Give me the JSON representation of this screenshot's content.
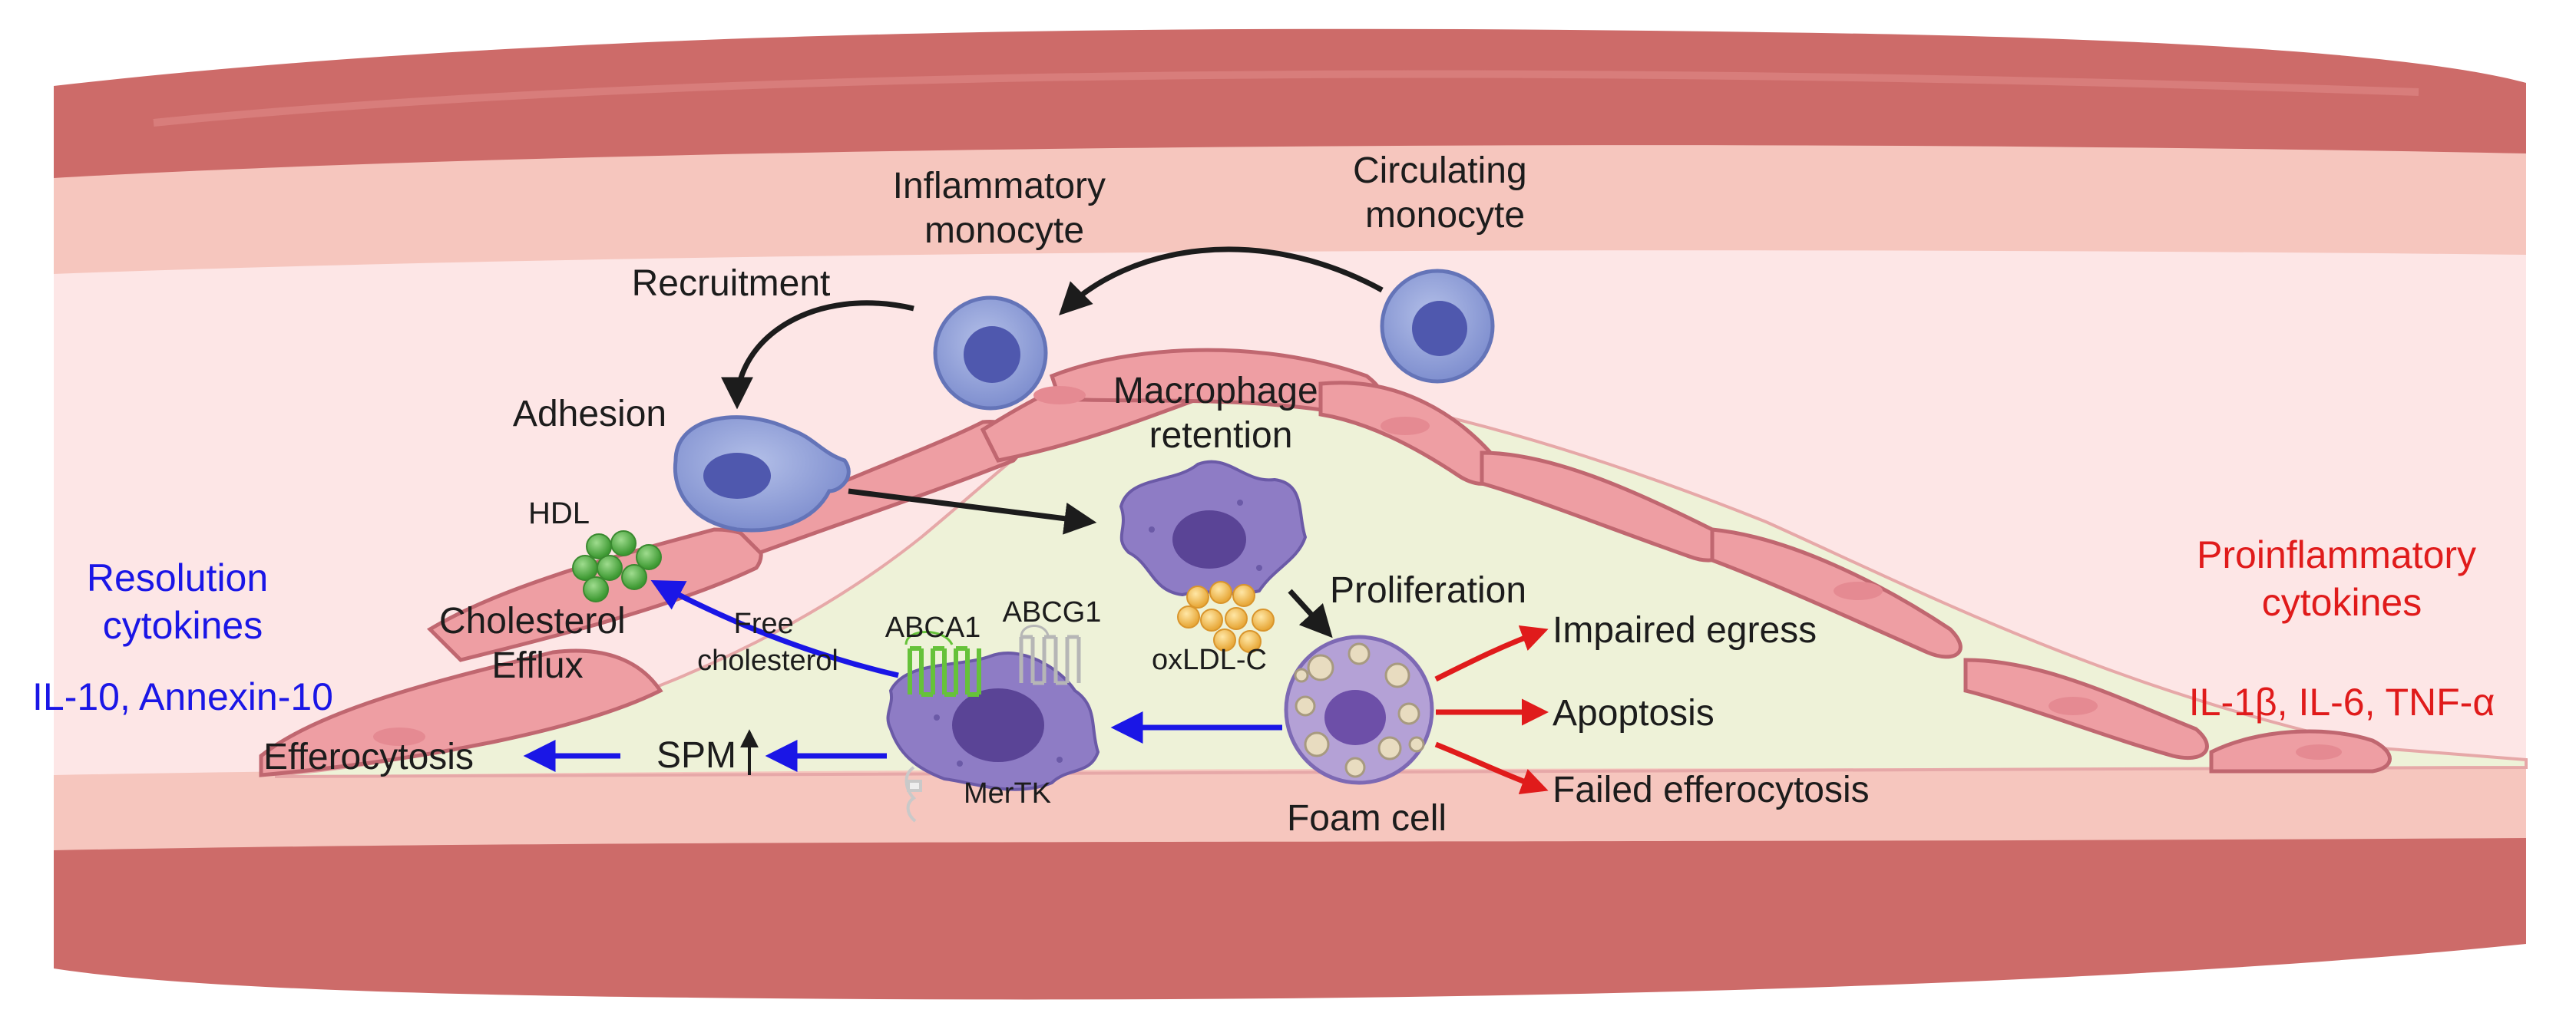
{
  "labels": {
    "inflammatory_monocyte": [
      "Inflammatory",
      "monocyte"
    ],
    "circulating_monocyte": [
      "Circulating",
      "monocyte"
    ],
    "recruitment": "Recruitment",
    "adhesion": "Adhesion",
    "macrophage_retention": [
      "Macrophage",
      "retention"
    ],
    "hdl": "HDL",
    "cholesterol_efflux": [
      "Cholesterol",
      "Efflux"
    ],
    "free_cholesterol": [
      "Free",
      "cholesterol"
    ],
    "abca1": "ABCA1",
    "abcg1": "ABCG1",
    "oxldl": "oxLDL-C",
    "proliferation": "Proliferation",
    "impaired_egress": "Impaired egress",
    "apoptosis": "Apoptosis",
    "failed_efferocytosis": "Failed efferocytosis",
    "foam_cell": "Foam cell",
    "mertk": "MerTK",
    "spm": "SPM",
    "efferocytosis": "Efferocytosis"
  },
  "resolution": {
    "title": [
      "Resolution",
      "cytokines"
    ],
    "list": "IL-10, Annexin-10"
  },
  "proinflammatory": {
    "title": [
      "Proinflammatory",
      "cytokines"
    ],
    "list": "IL-1β, IL-6, TNF-α"
  },
  "colors": {
    "vessel_wall": "#cd6b69",
    "intima": "#f6c6be",
    "lumen": "#fde6e6",
    "plaque": "#eef2d8",
    "endothelial": "#ee9ea3",
    "monocyte": "#8f9ed6",
    "macrophage": "#8e7cc5",
    "hdl": "#5fb84f",
    "oxldl": "#f4c15a",
    "resolution_text": "#1a16e6",
    "proinflammatory_text": "#e01b1b",
    "arrow_black": "#1c1c1c",
    "arrow_blue": "#1a16e6",
    "arrow_red": "#e01b1b"
  }
}
